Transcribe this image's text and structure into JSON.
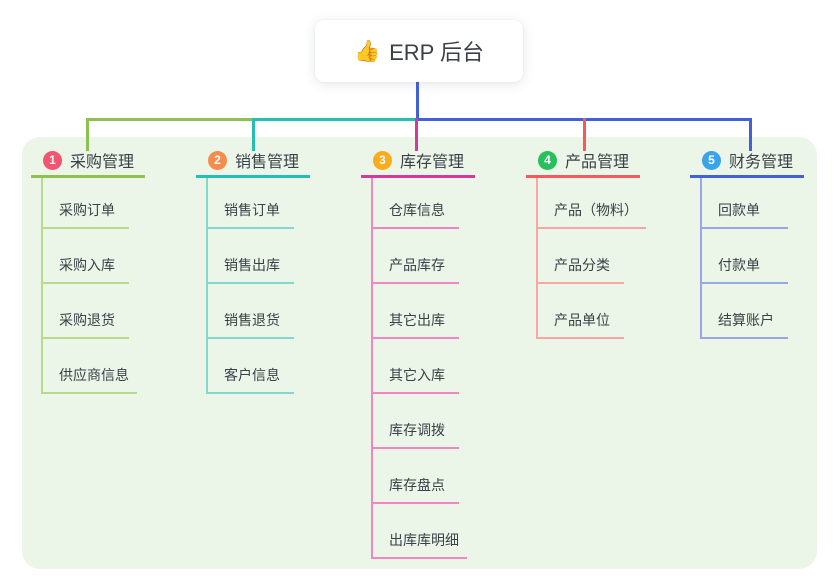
{
  "root": {
    "emoji": "👍",
    "title": "ERP 后台"
  },
  "root_connector_color": "#4161D8",
  "panel_background": "#EBF6E8",
  "branches": [
    {
      "index": "1",
      "label": "采购管理",
      "badge_color": "#F2556F",
      "line_color": "#8FC152",
      "line_light": "#B7DA8C",
      "children": [
        "采购订单",
        "采购入库",
        "采购退货",
        "供应商信息"
      ]
    },
    {
      "index": "2",
      "label": "销售管理",
      "badge_color": "#F68C4B",
      "line_color": "#23BFB2",
      "line_light": "#82D8CF",
      "children": [
        "销售订单",
        "销售出库",
        "销售退货",
        "客户信息"
      ]
    },
    {
      "index": "3",
      "label": "库存管理",
      "badge_color": "#FBAB1D",
      "line_color": "#D6399B",
      "line_light": "#F087C2",
      "children": [
        "仓库信息",
        "产品库存",
        "其它出库",
        "其它入库",
        "库存调拨",
        "库存盘点",
        "出库库明细"
      ]
    },
    {
      "index": "4",
      "label": "产品管理",
      "badge_color": "#28C05D",
      "line_color": "#F8575C",
      "line_light": "#FBA5A5",
      "children": [
        "产品（物料）",
        "产品分类",
        "产品单位"
      ]
    },
    {
      "index": "5",
      "label": "财务管理",
      "badge_color": "#3BA3E8",
      "line_color": "#4161D8",
      "line_light": "#97A7E8",
      "children": [
        "回款单",
        "付款单",
        "结算账户"
      ]
    }
  ]
}
